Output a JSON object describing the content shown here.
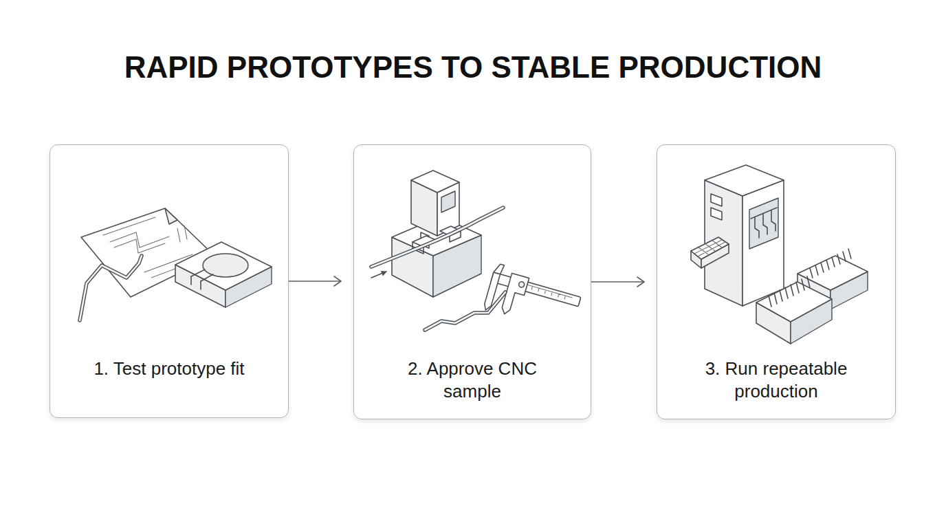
{
  "diagram": {
    "title": "RAPID PROTOTYPES TO STABLE PRODUCTION",
    "nodes": [
      {
        "text": [
          "1. Test prototype fit"
        ]
      },
      {
        "text": [
          "2. Approve CNC sample"
        ]
      },
      {
        "text": [
          "3. Run repeatable production"
        ]
      }
    ],
    "edges": [
      {
        "from": 0,
        "to": 1,
        "arrow": "to"
      },
      {
        "from": 1,
        "to": 2,
        "arrow": "to"
      }
    ]
  }
}
